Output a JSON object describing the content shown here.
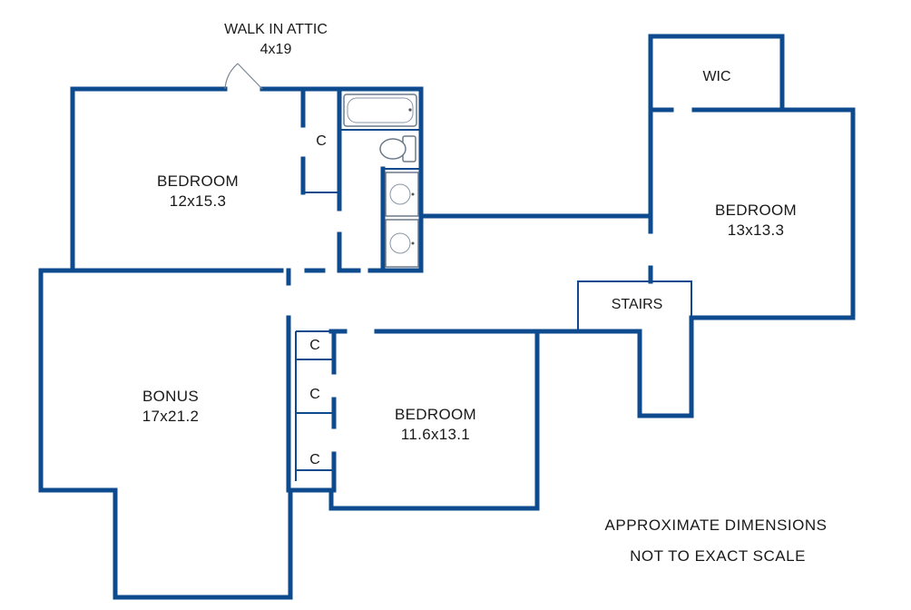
{
  "attic": {
    "name": "WALK IN ATTIC",
    "size": "4x19"
  },
  "rooms": [
    {
      "name": "BEDROOM",
      "size": "12x15.3"
    },
    {
      "name": "BEDROOM",
      "size": "13x13.3"
    },
    {
      "name": "BONUS",
      "size": "17x21.2"
    },
    {
      "name": "BEDROOM",
      "size": "11.6x13.1"
    }
  ],
  "labels": {
    "wic": "WIC",
    "stairs": "STAIRS",
    "closet": "C"
  },
  "notes": [
    "APPROXIMATE DIMENSIONS",
    "NOT TO EXACT SCALE"
  ],
  "colors": {
    "wall": "#0d4a8e",
    "background": "#ffffff"
  }
}
